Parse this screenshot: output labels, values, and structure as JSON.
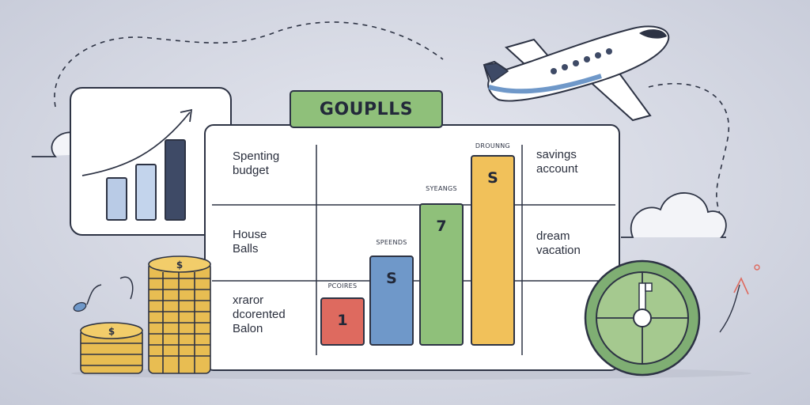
{
  "header": {
    "title": "GOUPLLS"
  },
  "rows": [
    {
      "left": [
        "Spenting",
        "budget"
      ],
      "right": [
        "savings",
        "account"
      ]
    },
    {
      "left": [
        "House",
        "Balls"
      ],
      "right": [
        "dream",
        "vacation"
      ]
    },
    {
      "left": [
        "xraror",
        "dcorented",
        "Balon"
      ],
      "right": []
    }
  ],
  "bars": [
    {
      "caption": "PCOIRES",
      "value": "1",
      "color": "#de6a5f",
      "level": 0.23
    },
    {
      "caption": "SPEENDS",
      "value": "S",
      "color": "#6f98c9",
      "level": 0.43
    },
    {
      "caption": "SYEANGS",
      "value": "7",
      "color": "#8fc07a",
      "level": 0.68
    },
    {
      "caption": "DROUNNG",
      "value": "S",
      "color": "#f1c15a",
      "level": 0.91
    }
  ],
  "icons": {
    "airplane": "airplane-icon",
    "coins": "coin-stack-icon",
    "clock": "clock-icon",
    "trend": "trend-chart-icon"
  },
  "colors": {
    "accent_green": "#8fc07a",
    "bar_red": "#de6a5f",
    "bar_blue": "#6f98c9",
    "bar_yellow": "#f1c15a",
    "coin_gold": "#e8bd52",
    "ink": "#2d3344"
  }
}
